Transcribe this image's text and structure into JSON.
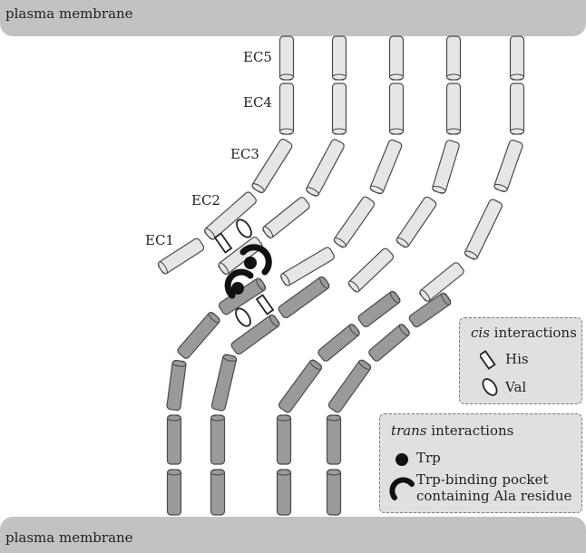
{
  "membrane_top_label": "plasma membrane",
  "membrane_bottom_label": "plasma membrane",
  "domain_labels": [
    "EC5",
    "EC4",
    "EC3",
    "EC2",
    "EC1"
  ],
  "legend_cis": {
    "title_italic": "cis",
    "title_rest": " interactions",
    "items": [
      {
        "icon": "rectangle-icon",
        "label": "His"
      },
      {
        "icon": "ellipse-icon",
        "label": "Val"
      }
    ]
  },
  "legend_trans": {
    "title_italic": "trans",
    "title_rest": " interactions",
    "items": [
      {
        "icon": "filled-circle-icon",
        "label": "Trp"
      },
      {
        "icon": "pocket-icon",
        "label_line1": "Trp-binding pocket",
        "label_line2": "containing Ala residue"
      }
    ]
  },
  "colors": {
    "membrane": "#c2c2c2",
    "upper_domain_fill": "#e6e6e6",
    "lower_domain_fill": "#9a9a9a",
    "outline": "#4a4a4a",
    "legend_bg": "#e0e0e0"
  }
}
